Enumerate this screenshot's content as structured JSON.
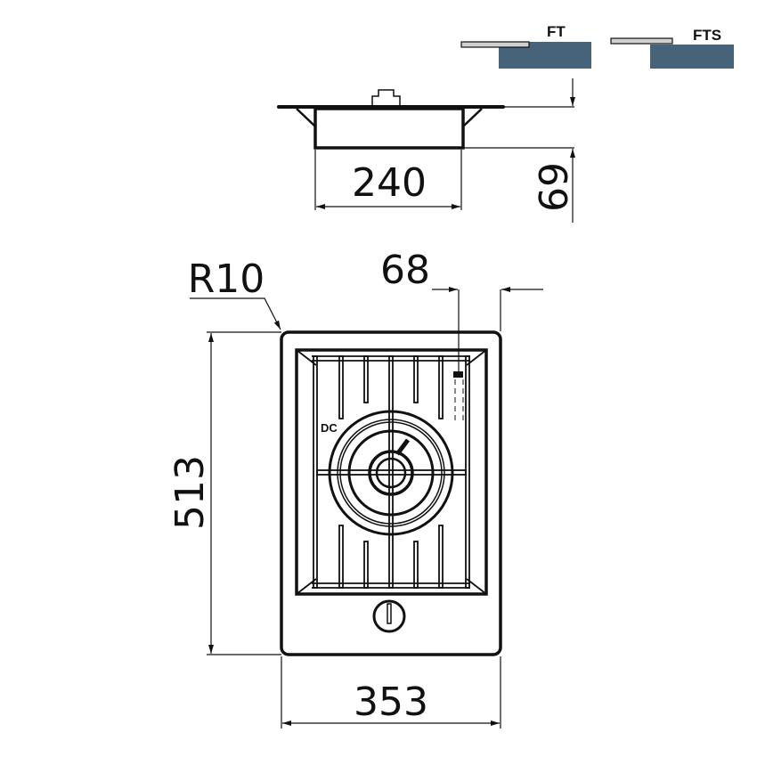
{
  "legend": {
    "ft_label": "FT",
    "fts_label": "FTS",
    "countertop_color": "#46637a",
    "trim_color": "#d0d0d0"
  },
  "side_view": {
    "width_label": "240",
    "depth_label": "69"
  },
  "top_view": {
    "radius_label": "R10",
    "offset_label": "68",
    "height_label": "513",
    "width_label": "353",
    "burner_label": "DC"
  }
}
